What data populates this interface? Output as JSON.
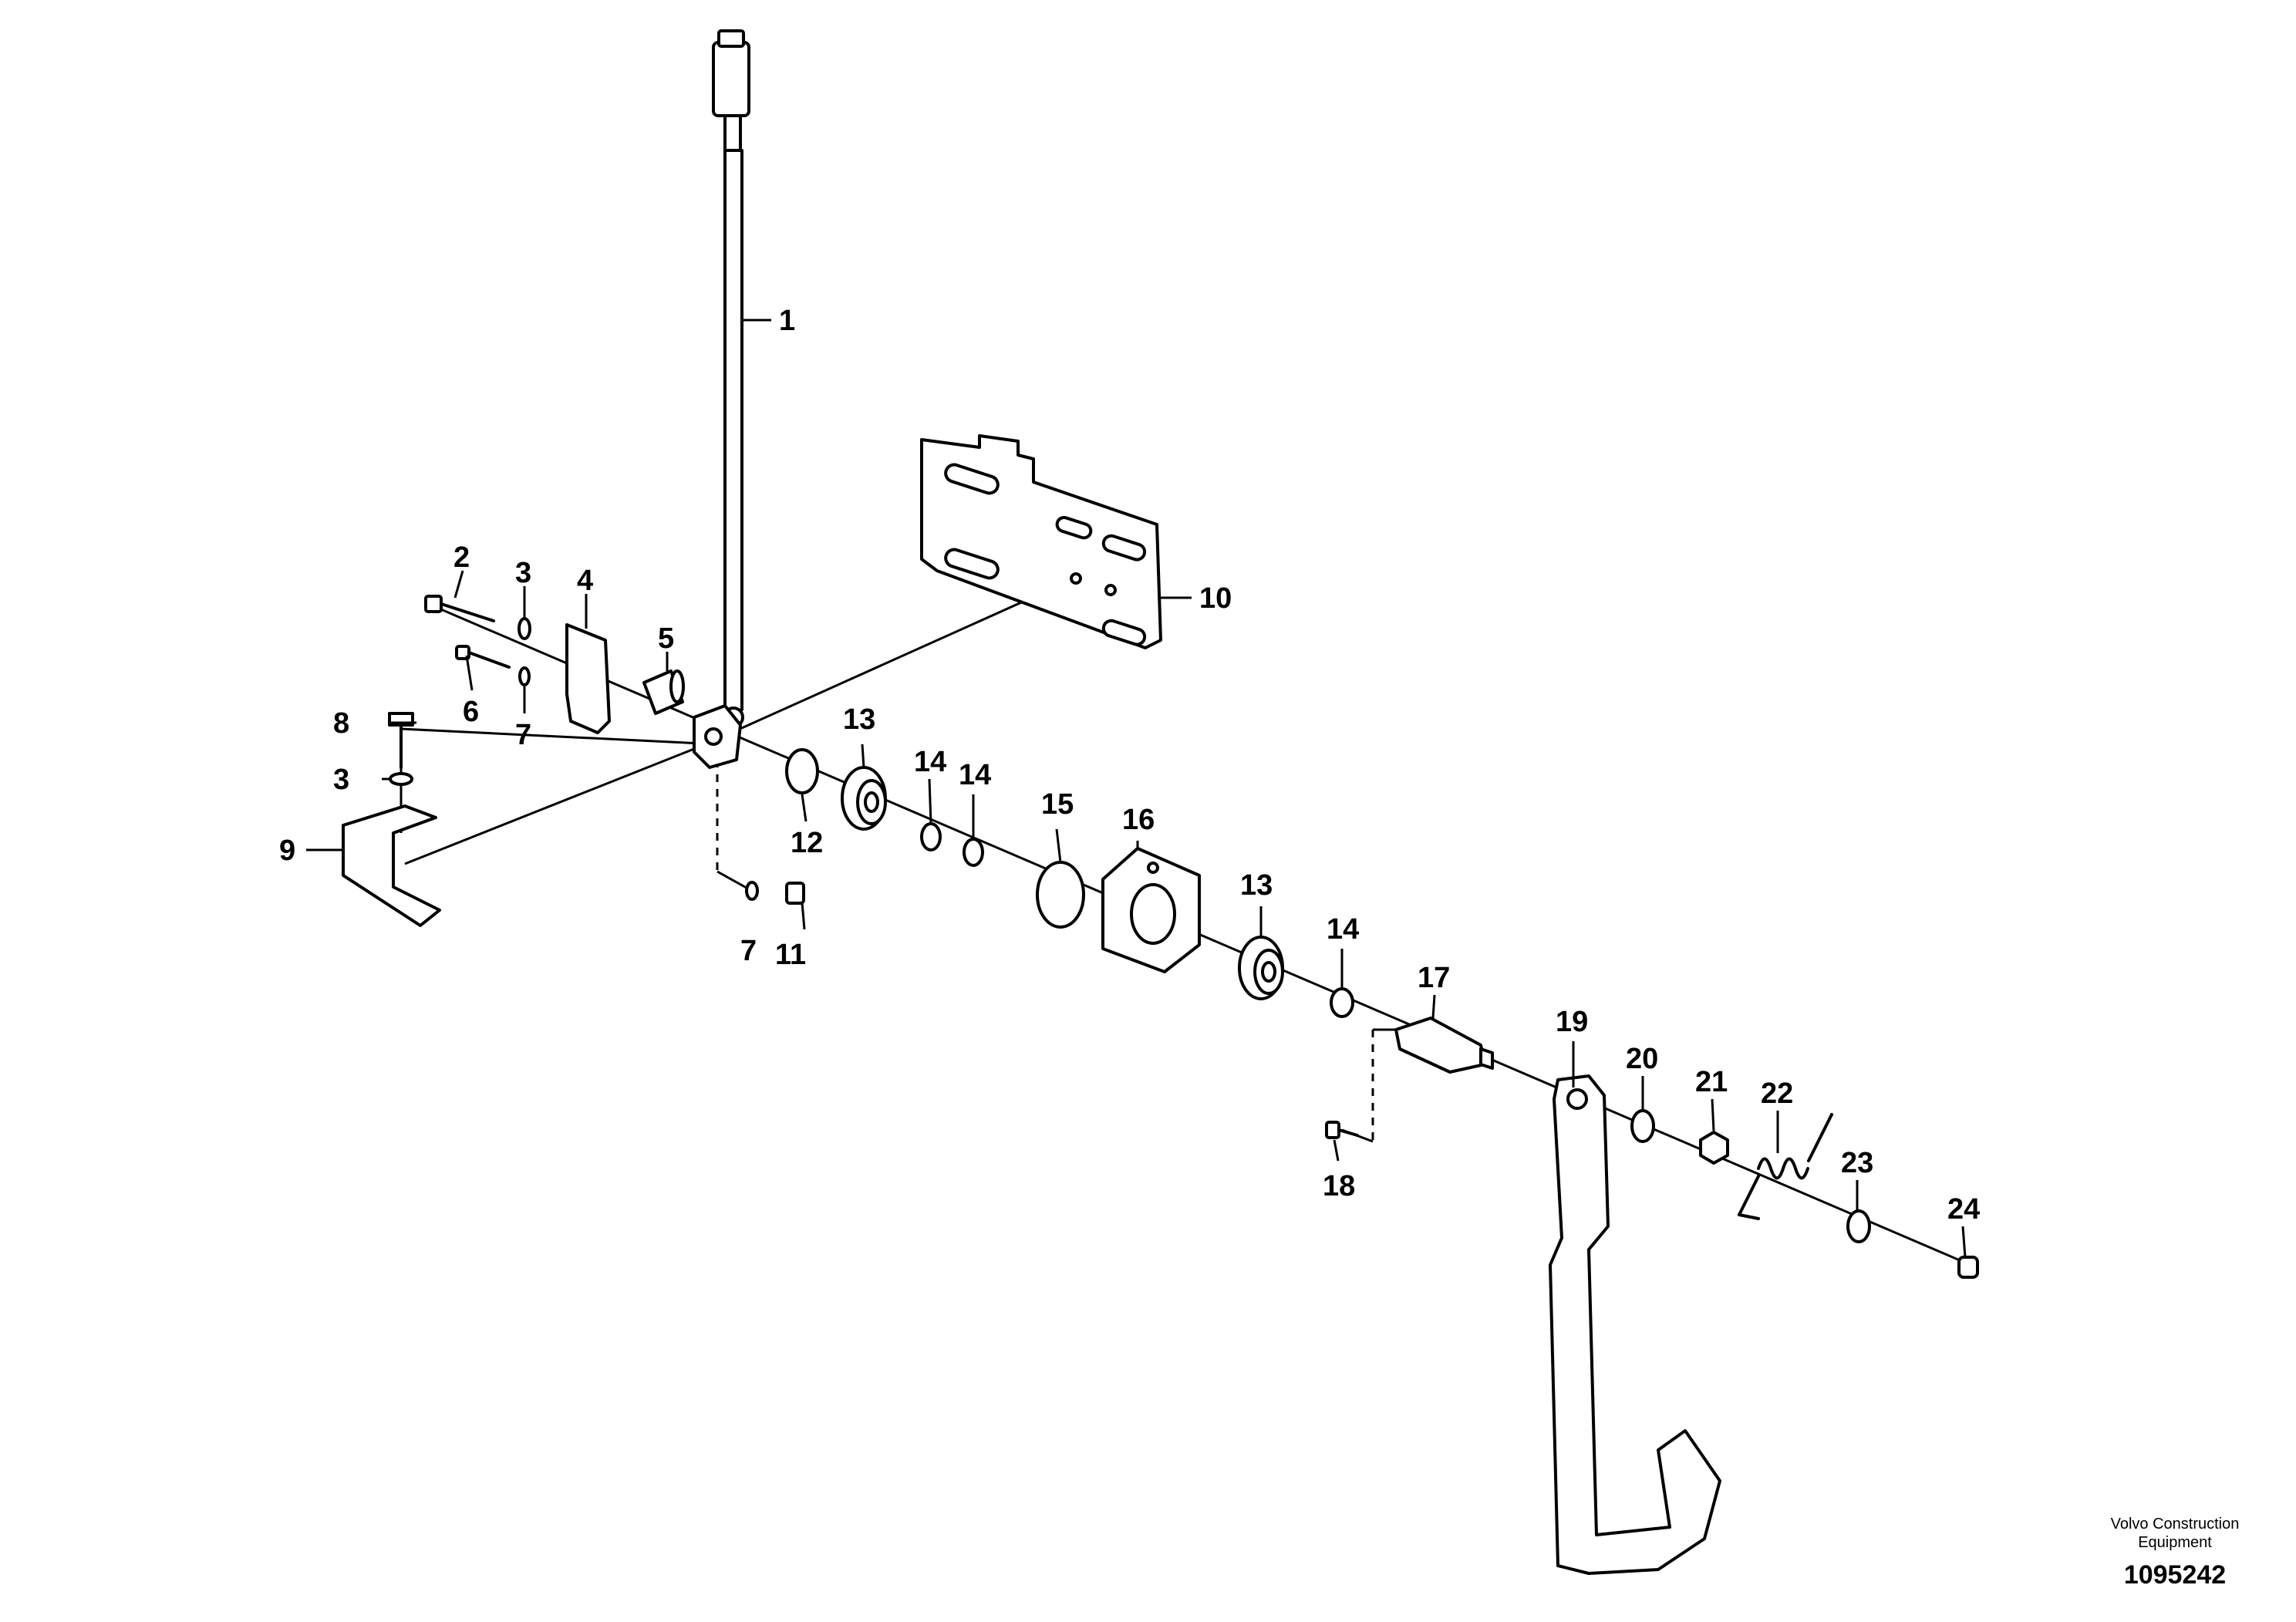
{
  "callouts": [
    "1",
    "2",
    "3",
    "3",
    "4",
    "5",
    "6",
    "7",
    "7",
    "8",
    "9",
    "10",
    "11",
    "12",
    "13",
    "13",
    "14",
    "14",
    "14",
    "15",
    "16",
    "17",
    "18",
    "19",
    "20",
    "21",
    "22",
    "23",
    "24"
  ],
  "brand": {
    "line1": "Volvo Construction",
    "line2": "Equipment"
  },
  "document_number": "1095242"
}
